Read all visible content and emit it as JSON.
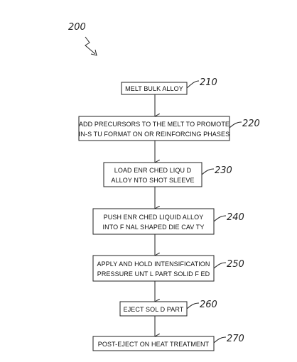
{
  "figure_label": "200",
  "steps": [
    {
      "ref": "210",
      "lines": [
        "MELT BULK ALLOY"
      ]
    },
    {
      "ref": "220",
      "lines": [
        "ADD PRECURSORS TO THE MELT TO PROMOTE",
        "IN-S TU FORMAT ON OR REINFORCING PHASES"
      ]
    },
    {
      "ref": "230",
      "lines": [
        "LOAD ENR CHED LIQU D",
        "ALLOY  NTO SHOT SLEEVE"
      ]
    },
    {
      "ref": "240",
      "lines": [
        "PUSH ENR CHED LIQUID ALLOY",
        "INTO F NAL SHAPED DIE CAV TY"
      ]
    },
    {
      "ref": "250",
      "lines": [
        "APPLY AND HOLD INTENSIFICATION",
        "PRESSURE UNT L PART SOLID F ED"
      ]
    },
    {
      "ref": "260",
      "lines": [
        "EJECT SOL D PART"
      ]
    },
    {
      "ref": "270",
      "lines": [
        "POST-EJECT ON HEAT TREATMENT"
      ]
    }
  ]
}
